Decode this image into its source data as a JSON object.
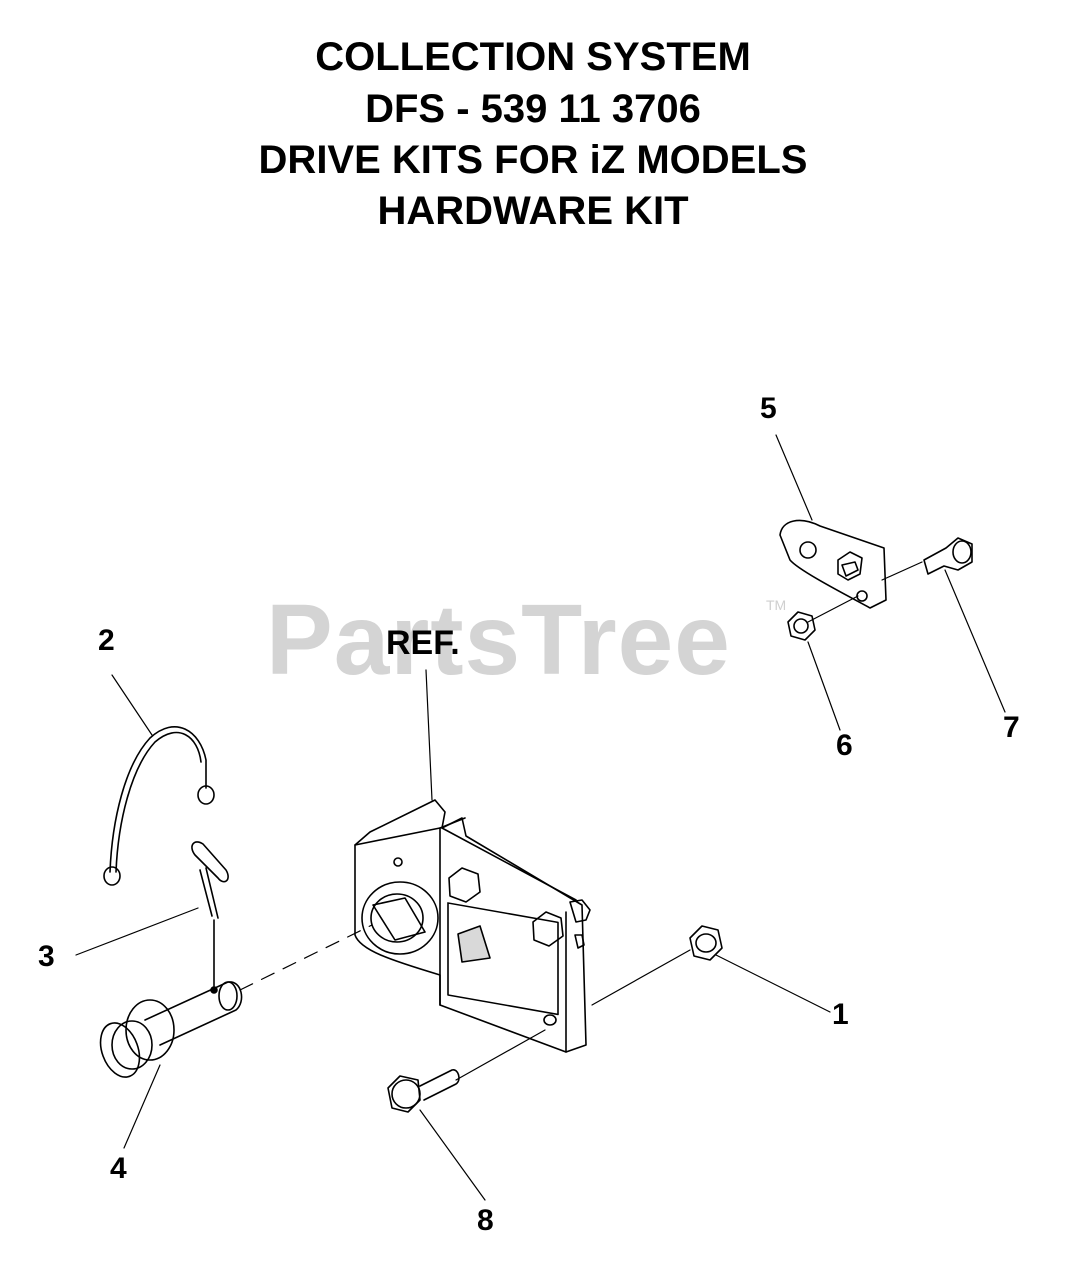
{
  "title_lines": [
    "COLLECTION SYSTEM",
    "DFS - 539 11 3706",
    "DRIVE KITS FOR iZ MODELS",
    "HARDWARE KIT"
  ],
  "watermark": "PartsTree",
  "watermark_tm": "TM",
  "ref_label": "REF.",
  "callouts": {
    "c1": "1",
    "c2": "2",
    "c3": "3",
    "c4": "4",
    "c5": "5",
    "c6": "6",
    "c7": "7",
    "c8": "8"
  }
}
